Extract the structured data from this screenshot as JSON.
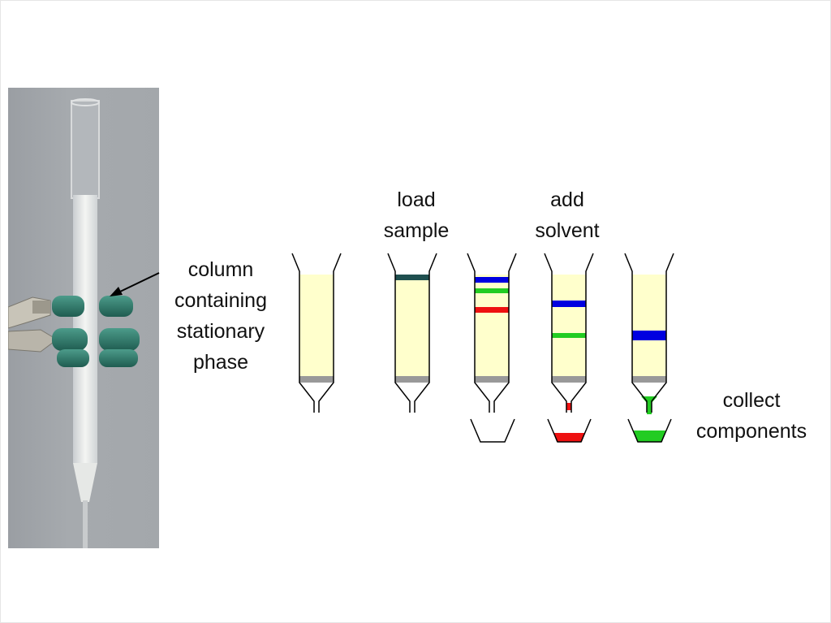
{
  "labels": {
    "column_line1": "column",
    "column_line2": "containing",
    "column_line3": "stationary",
    "column_line4": "phase",
    "load_line1": "load",
    "load_line2": "sample",
    "add_line1": "add",
    "add_line2": "solvent",
    "collect_line1": "collect",
    "collect_line2": "components"
  },
  "colors": {
    "stationary_phase": "#ffffcc",
    "frit": "#999999",
    "sample_band": "#1f4f4f",
    "band_blue": "#0000e0",
    "band_green": "#22cc22",
    "band_red": "#ee1111",
    "clamp": "#2f7f6f",
    "photo_background": "#a3a7ab"
  },
  "columns": [
    {
      "step": "empty column",
      "bands": []
    },
    {
      "step": "sample loaded",
      "bands": [
        "sample"
      ]
    },
    {
      "step": "solvent added",
      "bands": [
        "blue",
        "green",
        "red"
      ]
    },
    {
      "step": "red collected",
      "bands": [
        "blue",
        "green"
      ],
      "eluting": "red",
      "collected": "red"
    },
    {
      "step": "green collected",
      "bands": [
        "blue"
      ],
      "eluting": "green",
      "collected": "green"
    }
  ]
}
